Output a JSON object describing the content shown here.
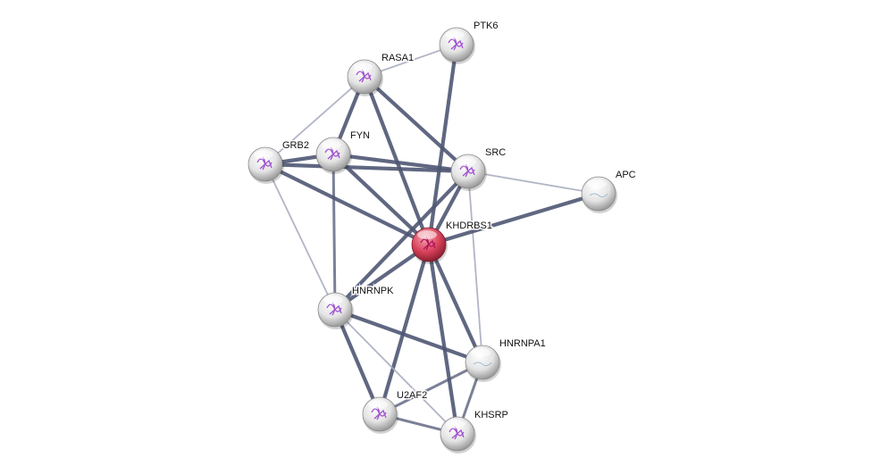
{
  "network": {
    "colors": {
      "edge_strong": "#4f5673",
      "edge_weak": "#a9adc0",
      "node": "#e6e6e6",
      "query_node": "#d8425a",
      "structure": "#a050d0"
    },
    "nodes": [
      {
        "id": "PTK6",
        "label": "PTK6",
        "query": false
      },
      {
        "id": "RASA1",
        "label": "RASA1",
        "query": false
      },
      {
        "id": "GRB2",
        "label": "GRB2",
        "query": false
      },
      {
        "id": "FYN",
        "label": "FYN",
        "query": false
      },
      {
        "id": "SRC",
        "label": "SRC",
        "query": false
      },
      {
        "id": "APC",
        "label": "APC",
        "query": false
      },
      {
        "id": "KHDRBS1",
        "label": "KHDRBS1",
        "query": true
      },
      {
        "id": "HNRNPK",
        "label": "HNRNPK",
        "query": false
      },
      {
        "id": "HNRNPA1",
        "label": "HNRNPA1",
        "query": false
      },
      {
        "id": "U2AF2",
        "label": "U2AF2",
        "query": false
      },
      {
        "id": "KHSRP",
        "label": "KHSRP",
        "query": false
      }
    ],
    "edges": [
      {
        "a": "RASA1",
        "b": "PTK6",
        "strength": "weak"
      },
      {
        "a": "PTK6",
        "b": "KHDRBS1",
        "strength": "strong"
      },
      {
        "a": "RASA1",
        "b": "GRB2",
        "strength": "weak"
      },
      {
        "a": "RASA1",
        "b": "FYN",
        "strength": "strong"
      },
      {
        "a": "RASA1",
        "b": "SRC",
        "strength": "strong"
      },
      {
        "a": "RASA1",
        "b": "KHDRBS1",
        "strength": "strong"
      },
      {
        "a": "GRB2",
        "b": "FYN",
        "strength": "strong"
      },
      {
        "a": "GRB2",
        "b": "SRC",
        "strength": "strong"
      },
      {
        "a": "GRB2",
        "b": "KHDRBS1",
        "strength": "strong"
      },
      {
        "a": "GRB2",
        "b": "HNRNPK",
        "strength": "weak"
      },
      {
        "a": "FYN",
        "b": "SRC",
        "strength": "strong"
      },
      {
        "a": "FYN",
        "b": "KHDRBS1",
        "strength": "strong"
      },
      {
        "a": "FYN",
        "b": "HNRNPK",
        "strength": "medium"
      },
      {
        "a": "SRC",
        "b": "APC",
        "strength": "weak"
      },
      {
        "a": "SRC",
        "b": "KHDRBS1",
        "strength": "strong"
      },
      {
        "a": "SRC",
        "b": "HNRNPK",
        "strength": "strong"
      },
      {
        "a": "SRC",
        "b": "HNRNPA1",
        "strength": "weak"
      },
      {
        "a": "KHDRBS1",
        "b": "APC",
        "strength": "strong"
      },
      {
        "a": "KHDRBS1",
        "b": "HNRNPK",
        "strength": "strong"
      },
      {
        "a": "KHDRBS1",
        "b": "HNRNPA1",
        "strength": "strong"
      },
      {
        "a": "KHDRBS1",
        "b": "U2AF2",
        "strength": "strong"
      },
      {
        "a": "KHDRBS1",
        "b": "KHSRP",
        "strength": "strong"
      },
      {
        "a": "HNRNPK",
        "b": "HNRNPA1",
        "strength": "strong"
      },
      {
        "a": "HNRNPK",
        "b": "U2AF2",
        "strength": "strong"
      },
      {
        "a": "HNRNPK",
        "b": "KHSRP",
        "strength": "weak"
      },
      {
        "a": "HNRNPA1",
        "b": "U2AF2",
        "strength": "medium"
      },
      {
        "a": "HNRNPA1",
        "b": "KHSRP",
        "strength": "medium"
      },
      {
        "a": "U2AF2",
        "b": "KHSRP",
        "strength": "medium"
      }
    ]
  }
}
